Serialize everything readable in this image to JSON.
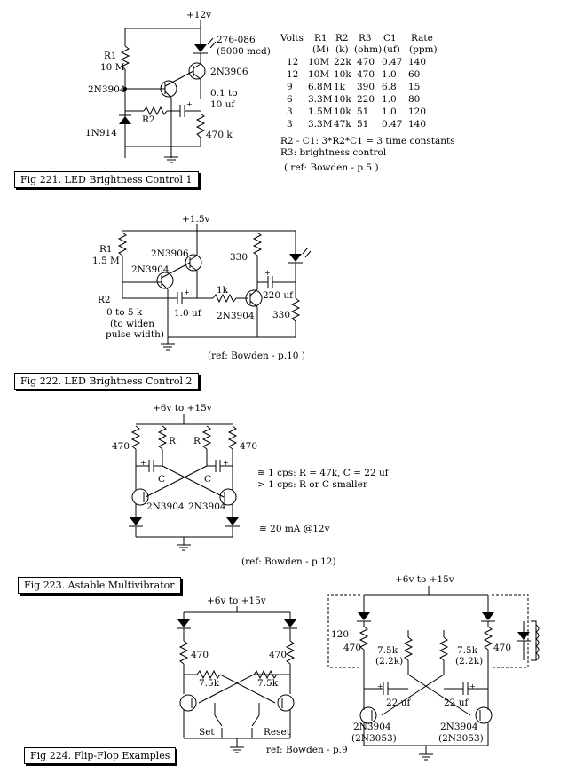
{
  "figures": [
    {
      "caption": "Fig 221.  LED Brightness Control 1",
      "labels": {
        "supply": "+12v",
        "r1": "R1",
        "r1_val": "10 M",
        "q1": "2N3904",
        "q2": "2N3906",
        "led_part": "276-086",
        "led_mcd": "(5000 mcd)",
        "cap_range_1": "0.1 to",
        "cap_range_2": "10 uf",
        "r2": "R2",
        "r470k": "470 k",
        "diode": "1N914"
      },
      "table": {
        "headers": [
          "Volts",
          "R1",
          "R2",
          "R3",
          "C1",
          "Rate"
        ],
        "units": [
          "",
          "(M)",
          "(k)",
          "(ohm)",
          "(uf)",
          "(ppm)"
        ],
        "rows": [
          [
            "12",
            "10M",
            "22k",
            "470",
            "0.47",
            "140"
          ],
          [
            "12",
            "10M",
            "10k",
            "470",
            "1.0",
            "60"
          ],
          [
            "9",
            "6.8M",
            "1k",
            "390",
            "6.8",
            "15"
          ],
          [
            "6",
            "3.3M",
            "10k",
            "220",
            "1.0",
            "80"
          ],
          [
            "3",
            "1.5M",
            "10k",
            "51",
            "1.0",
            "120"
          ],
          [
            "3",
            "3.3M",
            "47k",
            "51",
            "0.47",
            "140"
          ]
        ]
      },
      "notes": [
        "R2 - C1:  3*R2*C1 = 3 time constants",
        "R3:  brightness control",
        "( ref: Bowden - p.5 )"
      ]
    },
    {
      "caption": "Fig 222.  LED Brightness Control 2",
      "labels": {
        "supply": "+1.5v",
        "r1": "R1",
        "r1_val": "1.5 M",
        "q_top": "2N3906",
        "q_left": "2N3904",
        "r330_top": "330",
        "r2": "R2",
        "r2_val": "0 to 5 k",
        "r2_note_1": "(to widen",
        "r2_note_2": "pulse width)",
        "c_left": "1.0 uf",
        "r1k": "1k",
        "c_right": "220 uf",
        "q_right": "2N3904",
        "r330_bottom": "330"
      },
      "ref": "(ref: Bowden - p.10 )"
    },
    {
      "caption": "Fig 223.  Astable Multivibrator",
      "labels": {
        "supply": "+6v to +15v",
        "r_left": "470",
        "r_mid_left": "R",
        "r_mid_right": "R",
        "r_right": "470",
        "c_left": "C",
        "c_right": "C",
        "q_left": "2N3904",
        "q_right": "2N3904"
      },
      "notes": [
        "≅ 1 cps:  R = 47k, C = 22 uf",
        "> 1 cps:  R or C smaller",
        "≅ 20 mA @12v"
      ],
      "ref": "(ref: Bowden - p.12)"
    },
    {
      "caption": "Fig 224.  Flip-Flop  Examples",
      "left": {
        "supply": "+6v to +15v",
        "r_left": "470",
        "r_right": "470",
        "rb_left": "7.5k",
        "rb_right": "7.5k",
        "set": "Set",
        "reset": "Reset"
      },
      "right": {
        "supply": "+6v to +15v",
        "r_ext": "120",
        "r_left": "470",
        "rb_left_1": "7.5k",
        "rb_left_2": "(2.2k)",
        "rb_right_1": "7.5k",
        "rb_right_2": "(2.2k)",
        "r_right": "470",
        "c_left": "22 uf",
        "c_right": "22 uf",
        "q_left_1": "2N3904",
        "q_left_2": "(2N3053)",
        "q_right_1": "2N3904",
        "q_right_2": "(2N3053)"
      },
      "ref": "ref: Bowden - p.9"
    }
  ]
}
